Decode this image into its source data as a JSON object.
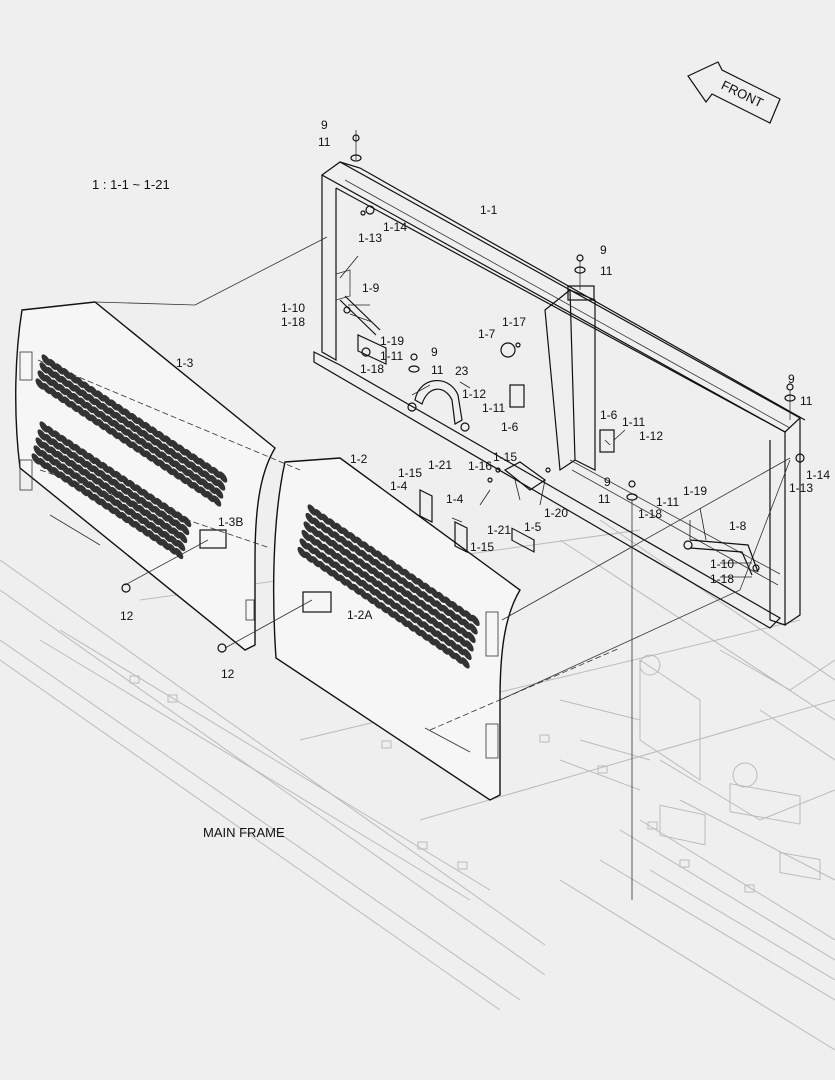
{
  "legend_text": "1  : 1-1 ~ 1-21",
  "direction_label": "FRONT",
  "frame_label": "MAIN FRAME",
  "callouts": [
    {
      "id": "c9a",
      "text": "9"
    },
    {
      "id": "c11a",
      "text": "11"
    },
    {
      "id": "c1_1",
      "text": "1-1"
    },
    {
      "id": "c1_13a",
      "text": "1-13"
    },
    {
      "id": "c1_14a",
      "text": "1-14"
    },
    {
      "id": "c9b",
      "text": "9"
    },
    {
      "id": "c11b",
      "text": "11"
    },
    {
      "id": "c1_9",
      "text": "1-9"
    },
    {
      "id": "c1_10a",
      "text": "1-10"
    },
    {
      "id": "c1_18a",
      "text": "1-18"
    },
    {
      "id": "c1_17",
      "text": "1-17"
    },
    {
      "id": "c1_7",
      "text": "1-7"
    },
    {
      "id": "c1_19a",
      "text": "1-19"
    },
    {
      "id": "c1_11a",
      "text": "1-11"
    },
    {
      "id": "c9c",
      "text": "9"
    },
    {
      "id": "c1_18b",
      "text": "1-18"
    },
    {
      "id": "c11c",
      "text": "11"
    },
    {
      "id": "c23",
      "text": "23"
    },
    {
      "id": "c1_12a",
      "text": "1-12"
    },
    {
      "id": "c1_11b",
      "text": "1-11"
    },
    {
      "id": "c1_6a",
      "text": "1-6"
    },
    {
      "id": "c9d",
      "text": "9"
    },
    {
      "id": "c11d",
      "text": "11"
    },
    {
      "id": "c1_6b",
      "text": "1-6"
    },
    {
      "id": "c1_11c",
      "text": "1-11"
    },
    {
      "id": "c1_12b",
      "text": "1-12"
    },
    {
      "id": "c1_3",
      "text": "1-3"
    },
    {
      "id": "c1_2",
      "text": "1-2"
    },
    {
      "id": "c1_15a",
      "text": "1-15"
    },
    {
      "id": "c1_21a",
      "text": "1-21"
    },
    {
      "id": "c1_16",
      "text": "1-16"
    },
    {
      "id": "c1_15b",
      "text": "1-15"
    },
    {
      "id": "c1_4a",
      "text": "1-4"
    },
    {
      "id": "c1_4b",
      "text": "1-4"
    },
    {
      "id": "c1_21b",
      "text": "1-21"
    },
    {
      "id": "c1_15c",
      "text": "1-15"
    },
    {
      "id": "c1_5",
      "text": "1-5"
    },
    {
      "id": "c1_20",
      "text": "1-20"
    },
    {
      "id": "c1_14b",
      "text": "1-14"
    },
    {
      "id": "c1_13b",
      "text": "1-13"
    },
    {
      "id": "c9e",
      "text": "9"
    },
    {
      "id": "c11e",
      "text": "11"
    },
    {
      "id": "c1_11d",
      "text": "1-11"
    },
    {
      "id": "c1_19b",
      "text": "1-19"
    },
    {
      "id": "c1_18c",
      "text": "1-18"
    },
    {
      "id": "c1_8",
      "text": "1-8"
    },
    {
      "id": "c1_10b",
      "text": "1-10"
    },
    {
      "id": "c1_18d",
      "text": "1-18"
    },
    {
      "id": "c1_3b",
      "text": "1-3B"
    },
    {
      "id": "c12a",
      "text": "12"
    },
    {
      "id": "c1_2a",
      "text": "1-2A"
    },
    {
      "id": "c12b",
      "text": "12"
    }
  ]
}
